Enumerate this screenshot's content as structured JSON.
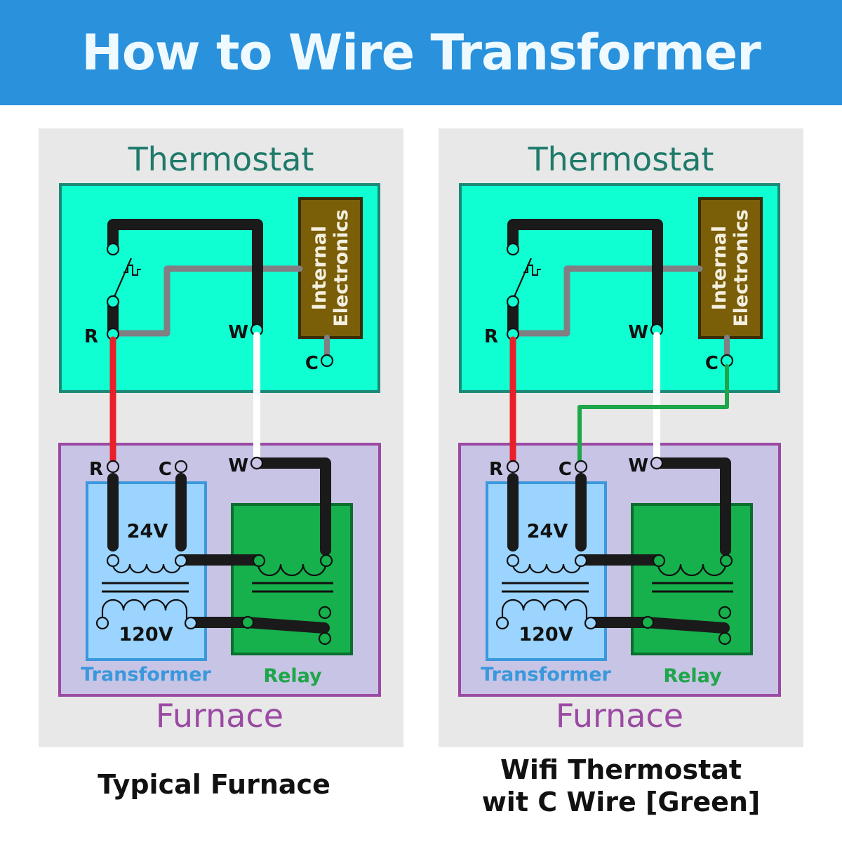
{
  "title": "How to Wire Transformer",
  "colors": {
    "banner": "#2a91dc",
    "panel_bg": "#e8e8e8",
    "thermostat_fill": "#10ffd2",
    "thermostat_border": "#1a8a76",
    "thermostat_label": "#1e7a6a",
    "electronics_fill": "#7a5e08",
    "electronics_border": "#3a2c05",
    "furnace_fill": "#c8c4e6",
    "furnace_border": "#9b4aa3",
    "transformer_fill": "#9ad4ff",
    "transformer_border": "#3a98dc",
    "relay_fill": "#16b04c",
    "relay_border": "#0b6e2e",
    "wire_red": "#e8202a",
    "wire_white": "#ffffff",
    "wire_black": "#1a1a1a",
    "wire_gray": "#7f7f84",
    "wire_green": "#1ea64a"
  },
  "panels": [
    {
      "id": "typical",
      "caption": "Typical Furnace",
      "has_c_wire": false,
      "thermostat": {
        "label": "Thermostat",
        "electronics": [
          "Internal",
          "Electronics"
        ],
        "terminals": {
          "r": "R",
          "w": "W",
          "c": "C"
        }
      },
      "furnace": {
        "label": "Furnace",
        "terminals": {
          "r": "R",
          "c": "C",
          "w": "W"
        },
        "transformer": {
          "label": "Transformer",
          "secondary": "24V",
          "primary": "120V"
        },
        "relay": {
          "label": "Relay"
        }
      }
    },
    {
      "id": "wifi",
      "caption": "Wifi Thermostat\nwit C Wire [Green]",
      "caption_lines": [
        "Wifi Thermostat",
        "wit C Wire [Green]"
      ],
      "has_c_wire": true,
      "thermostat": {
        "label": "Thermostat",
        "electronics": [
          "Internal",
          "Electronics"
        ],
        "terminals": {
          "r": "R",
          "w": "W",
          "c": "C"
        }
      },
      "furnace": {
        "label": "Furnace",
        "terminals": {
          "r": "R",
          "c": "C",
          "w": "W"
        },
        "transformer": {
          "label": "Transformer",
          "secondary": "24V",
          "primary": "120V"
        },
        "relay": {
          "label": "Relay"
        }
      }
    }
  ]
}
